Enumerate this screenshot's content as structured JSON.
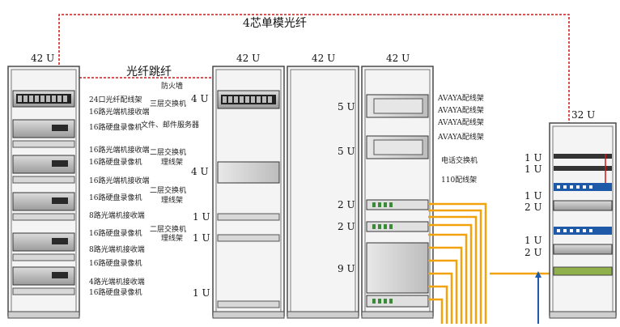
{
  "title": "4芯单模光纤",
  "subtitle": "光纤跳纤",
  "colors": {
    "fiber_red": "#d01818",
    "cable_orange": "#f2a20c",
    "cable_blue": "#1e5aa8",
    "rack_frame": "#4a4a4a",
    "rack_fill": "#f4f4f4"
  },
  "racks": [
    {
      "capacity": "42 U",
      "labels": [
        "24口光纤配线架",
        "16路光端机接收端",
        "16路硬盘录像机",
        "16路光端机接收端",
        "16路硬盘录像机",
        "16路光端机接收端",
        "16路硬盘录像机",
        "8路光端机接收端",
        "16路硬盘录像机",
        "8路光端机接收端",
        "16路硬盘录像机",
        "4路光端机接收端",
        "16路硬盘录像机"
      ]
    },
    {
      "capacity": "42 U",
      "labels": [
        "防火墙",
        "三层交换机",
        "文件、邮件服务器",
        "二层交换机",
        "理线架",
        "二层交换机",
        "理线架",
        "二层交换机",
        "理线架"
      ],
      "units": [
        "4 U",
        "4 U",
        "1 U",
        "1 U",
        "1 U"
      ]
    },
    {
      "capacity": "42 U"
    },
    {
      "capacity": "42 U",
      "labels": [
        "AVAYA配线架",
        "AVAYA配线架",
        "AVAYA配线架",
        "AVAYA配线架",
        "电话交换机",
        "110配线架"
      ],
      "units": [
        "5 U",
        "5 U",
        "2 U",
        "2 U",
        "9 U"
      ]
    },
    {
      "capacity": "32 U",
      "units": [
        "1 U",
        "1 U",
        "1 U",
        "2 U",
        "1 U",
        "2 U"
      ]
    }
  ]
}
